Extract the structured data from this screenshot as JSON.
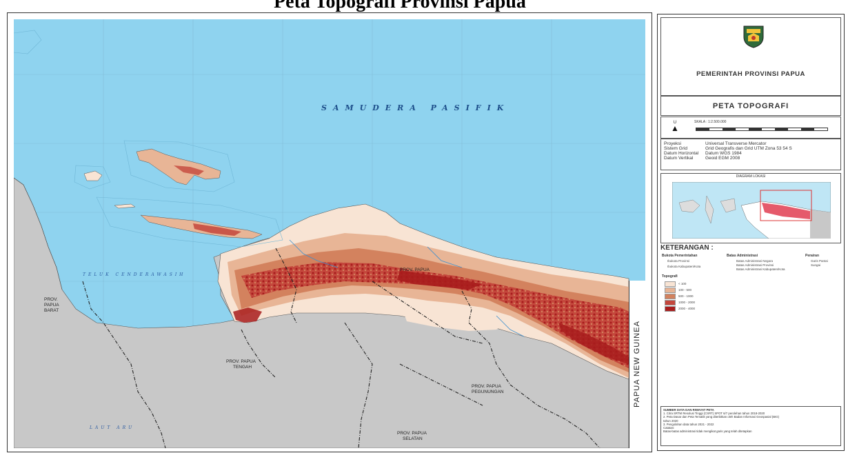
{
  "title": "Peta Topografi Provinsi Papua",
  "map": {
    "ocean_label": "SAMUDERA PASIFIK",
    "sea_label_north": "TELUK CENDERAWASIH",
    "sea_label_south": "LAUT ARU",
    "provinces": [
      {
        "id": "papua",
        "name": "PROV. PAPUA"
      },
      {
        "id": "papua-barat",
        "line1": "PROV.",
        "line2": "PAPUA",
        "line3": "BARAT"
      },
      {
        "id": "papua-tengah",
        "line1": "PROV. PAPUA",
        "line2": "TENGAH"
      },
      {
        "id": "papua-pegunungan",
        "line1": "PROV. PAPUA",
        "line2": "PEGUNUNGAN"
      },
      {
        "id": "papua-selatan",
        "line1": "PROV. PAPUA",
        "line2": "SELATAN"
      }
    ],
    "neighbor_country": "PAPUA NEW GUINEA",
    "colors": {
      "ocean": "#8fd3ef",
      "outside_land": "#c8c8c8",
      "lowland": "#f8e4d4",
      "hills": "#e8b596",
      "highland": "#d3825e",
      "mountain": "#c4473c",
      "peak": "#a81c1c"
    }
  },
  "legend": {
    "org": "PEMERINTAH PROVINSI PAPUA",
    "map_name": "PETA TOPOGRAFI",
    "scale_label": "SKALA : 1:2.500.000",
    "north_label": "U",
    "projection": [
      {
        "key": "Proyeksi",
        "value": "Universal Transverse Mercator"
      },
      {
        "key": "Sistem Grid",
        "value": "Grid Geografis dan Grid UTM Zona 53 54 S"
      },
      {
        "key": "Datum Horizontal",
        "value": "Datum WGS 1984"
      },
      {
        "key": "Datum Vertikal",
        "value": "Geoid EGM 2008"
      }
    ],
    "inset_title": "DIAGRAM LOKASI",
    "keterangan_title": "KETERANGAN :",
    "col1_title": "Bukota Pemerintahan",
    "col1_items": [
      "Ibukota Provinsi",
      "Ibukota Kabupaten/Kota"
    ],
    "col2_title": "Batas Administrasi",
    "col2_items": [
      "Batas Administrasi Negara",
      "Batas Administrasi Provinsi",
      "Batas Administrasi Kabupaten/Kota"
    ],
    "col3_title": "Perairan",
    "col3_items": [
      "Garis Pantai",
      "Sungai"
    ],
    "topo_title": "Topografi",
    "topo_classes": [
      {
        "label": "< 100",
        "color": "#f8e4d4"
      },
      {
        "label": "100 - 500",
        "color": "#e8b596"
      },
      {
        "label": "500 - 1000",
        "color": "#d3825e"
      },
      {
        "label": "1000 - 2000",
        "color": "#c4473c"
      },
      {
        "label": "2000 - 4000",
        "color": "#a81c1c"
      }
    ],
    "sources_title": "SUMBER DATA DAN RIWAYAT PETA",
    "sources": [
      "1. Citra SRTM Resolusi Tinggi (CSRT) SPOT 6/7 perolehan tahun 2018-2020",
      "2. Peta Dasar dan Peta Tematik yang diterbitkan oleh Badan Informasi Geospasial (BIG)",
      "   tahun 2020",
      "3. Pengolahan data tahun 2021 - 2022",
      "Catatan:",
      "Batas-batas administrasi tidak mengikat garis yang telah ditetapkan"
    ]
  }
}
